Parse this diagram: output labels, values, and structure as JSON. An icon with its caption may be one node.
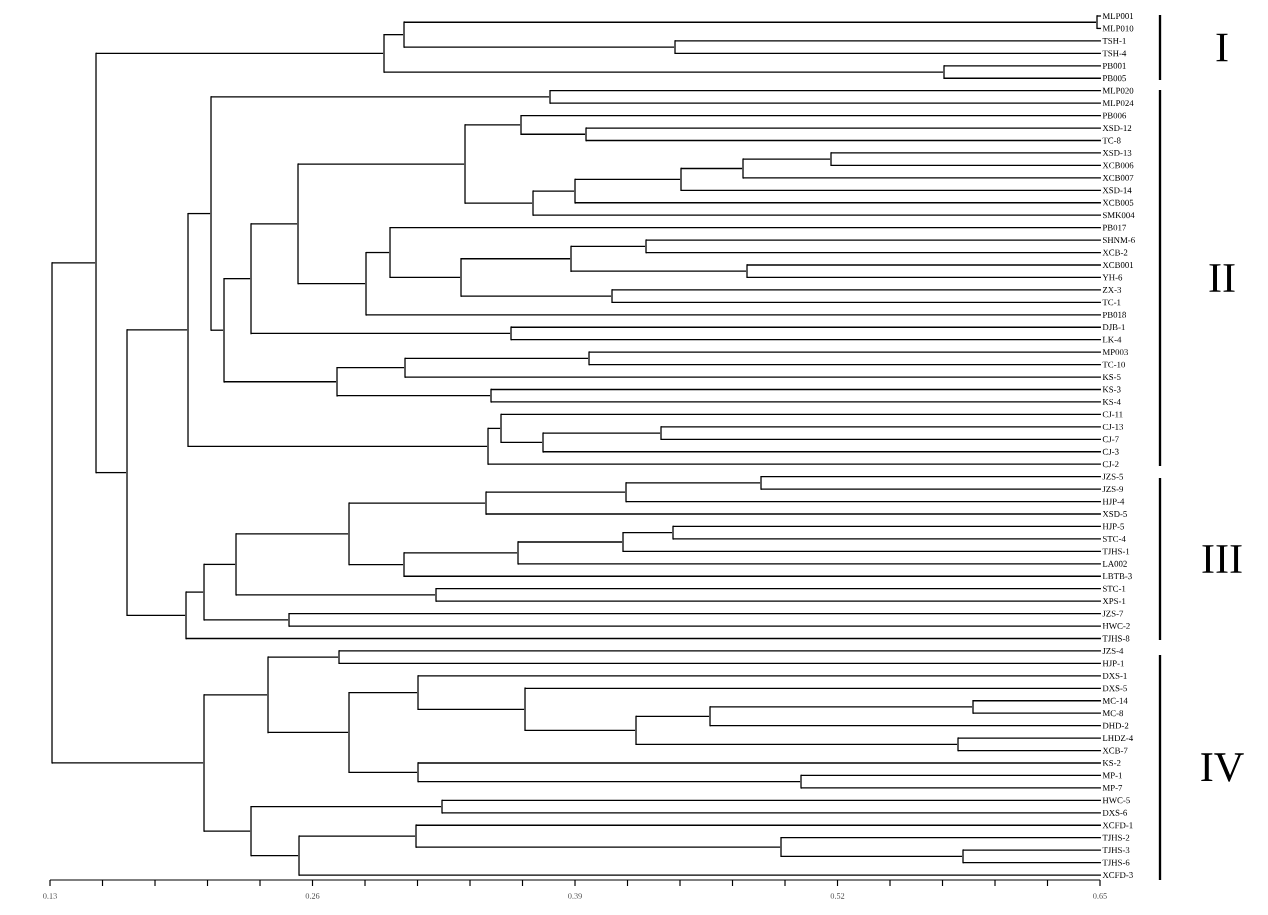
{
  "diagram": {
    "nodes": [
      {
        "text": [
          "MLP001"
        ]
      },
      {
        "text": [
          "MLP010"
        ]
      },
      {
        "text": [
          "TSH-1"
        ]
      },
      {
        "text": [
          "TSH-4"
        ]
      },
      {
        "text": [
          "PB001"
        ]
      },
      {
        "text": [
          "PB005"
        ]
      },
      {
        "text": [
          "MLP020"
        ]
      },
      {
        "text": [
          "MLP024"
        ]
      },
      {
        "text": [
          "PB006"
        ]
      },
      {
        "text": [
          "XSD-12"
        ]
      },
      {
        "text": [
          "TC-8"
        ]
      },
      {
        "text": [
          "XSD-13"
        ]
      },
      {
        "text": [
          "XCB006"
        ]
      },
      {
        "text": [
          "XCB007"
        ]
      },
      {
        "text": [
          "XSD-14"
        ]
      },
      {
        "text": [
          "XCB005"
        ]
      },
      {
        "text": [
          "SMK004"
        ]
      },
      {
        "text": [
          "PB017"
        ]
      },
      {
        "text": [
          "SHNM-6"
        ]
      },
      {
        "text": [
          "XCB-2"
        ]
      },
      {
        "text": [
          "XCB001"
        ]
      },
      {
        "text": [
          "YH-6"
        ]
      },
      {
        "text": [
          "ZX-3"
        ]
      },
      {
        "text": [
          "TC-1"
        ]
      },
      {
        "text": [
          "PB018"
        ]
      },
      {
        "text": [
          "DJB-1"
        ]
      },
      {
        "text": [
          "LK-4"
        ]
      },
      {
        "text": [
          "MP003"
        ]
      },
      {
        "text": [
          "TC-10"
        ]
      },
      {
        "text": [
          "KS-5"
        ]
      },
      {
        "text": [
          "KS-3"
        ]
      },
      {
        "text": [
          "KS-4"
        ]
      },
      {
        "text": [
          "CJ-11"
        ]
      },
      {
        "text": [
          "CJ-13"
        ]
      },
      {
        "text": [
          "CJ-7"
        ]
      },
      {
        "text": [
          "CJ-3"
        ]
      },
      {
        "text": [
          "CJ-2"
        ]
      },
      {
        "text": [
          "JZS-5"
        ]
      },
      {
        "text": [
          "JZS-9"
        ]
      },
      {
        "text": [
          "HJP-4"
        ]
      },
      {
        "text": [
          "XSD-5"
        ]
      },
      {
        "text": [
          "HJP-5"
        ]
      },
      {
        "text": [
          "STC-4"
        ]
      },
      {
        "text": [
          "TJHS-1"
        ]
      },
      {
        "text": [
          "LA002"
        ]
      },
      {
        "text": [
          "LBTB-3"
        ]
      },
      {
        "text": [
          "STC-1"
        ]
      },
      {
        "text": [
          "XPS-1"
        ]
      },
      {
        "text": [
          "JZS-7"
        ]
      },
      {
        "text": [
          "HWC-2"
        ]
      },
      {
        "text": [
          "TJHS-8"
        ]
      },
      {
        "text": [
          "JZS-4"
        ]
      },
      {
        "text": [
          "HJP-1"
        ]
      },
      {
        "text": [
          "DXS-1"
        ]
      },
      {
        "text": [
          "DXS-5"
        ]
      },
      {
        "text": [
          "MC-14"
        ]
      },
      {
        "text": [
          "MC-8"
        ]
      },
      {
        "text": [
          "DHD-2"
        ]
      },
      {
        "text": [
          "LHDZ-4"
        ]
      },
      {
        "text": [
          "XCB-7"
        ]
      },
      {
        "text": [
          "KS-2"
        ]
      },
      {
        "text": [
          "MP-1"
        ]
      },
      {
        "text": [
          "MP-7"
        ]
      },
      {
        "text": [
          "HWC-5"
        ]
      },
      {
        "text": [
          "DXS-6"
        ]
      },
      {
        "text": [
          "XCFD-1"
        ]
      },
      {
        "text": [
          "TJHS-2"
        ]
      },
      {
        "text": [
          "TJHS-3"
        ]
      },
      {
        "text": [
          "TJHS-6"
        ]
      },
      {
        "text": [
          "XCFD-3"
        ]
      },
      {
        "text": [],
        "shape": "bar"
      },
      {
        "text": [],
        "shape": "bar"
      },
      {
        "text": [],
        "shape": "bar"
      },
      {
        "text": [],
        "shape": "bar"
      },
      {
        "text": [],
        "shape": "bar"
      },
      {
        "text": [],
        "shape": "bar"
      },
      {
        "text": [],
        "shape": "bar"
      },
      {
        "text": [],
        "shape": "bar"
      },
      {
        "text": [],
        "shape": "bar"
      },
      {
        "text": [],
        "shape": "bar"
      },
      {
        "text": [],
        "shape": "bar"
      },
      {
        "text": [],
        "shape": "bar"
      },
      {
        "text": [],
        "shape": "bar"
      },
      {
        "text": [],
        "shape": "bar"
      },
      {
        "text": [],
        "shape": "bar"
      },
      {
        "text": [],
        "shape": "bar"
      },
      {
        "text": [],
        "shape": "bar"
      },
      {
        "text": [],
        "shape": "bar"
      },
      {
        "text": [],
        "shape": "bar"
      },
      {
        "text": [],
        "shape": "bar"
      },
      {
        "text": [],
        "shape": "bar"
      },
      {
        "text": [],
        "shape": "bar"
      },
      {
        "text": [],
        "shape": "bar"
      },
      {
        "text": [],
        "shape": "bar"
      },
      {
        "text": [],
        "shape": "bar"
      },
      {
        "text": [],
        "shape": "bar"
      },
      {
        "text": [],
        "shape": "bar"
      },
      {
        "text": [],
        "shape": "bar"
      },
      {
        "text": [],
        "shape": "bar"
      },
      {
        "text": [],
        "shape": "bar"
      },
      {
        "text": [],
        "shape": "bar"
      },
      {
        "text": [],
        "shape": "bar"
      },
      {
        "text": [],
        "shape": "bar"
      },
      {
        "text": [],
        "shape": "bar"
      },
      {
        "text": [],
        "shape": "bar"
      },
      {
        "text": [],
        "shape": "bar"
      },
      {
        "text": [],
        "shape": "bar"
      },
      {
        "text": [],
        "shape": "bar"
      },
      {
        "text": [],
        "shape": "bar"
      },
      {
        "text": [],
        "shape": "bar"
      },
      {
        "text": [],
        "shape": "bar"
      },
      {
        "text": [],
        "shape": "bar"
      },
      {
        "text": [],
        "shape": "bar"
      },
      {
        "text": [],
        "shape": "bar"
      },
      {
        "text": [],
        "shape": "bar"
      },
      {
        "text": [],
        "shape": "bar"
      },
      {
        "text": [],
        "shape": "bar"
      },
      {
        "text": [],
        "shape": "bar"
      },
      {
        "text": [],
        "shape": "bar"
      },
      {
        "text": [],
        "shape": "bar"
      },
      {
        "text": [],
        "shape": "bar"
      },
      {
        "text": [],
        "shape": "bar"
      },
      {
        "text": [],
        "shape": "bar"
      },
      {
        "text": [],
        "shape": "bar"
      },
      {
        "text": [],
        "shape": "bar"
      },
      {
        "text": [],
        "shape": "bar"
      },
      {
        "text": [],
        "shape": "bar"
      },
      {
        "text": [],
        "shape": "bar"
      },
      {
        "text": [],
        "shape": "bar"
      },
      {
        "text": [],
        "shape": "bar"
      },
      {
        "text": [],
        "shape": "bar"
      },
      {
        "text": [],
        "shape": "bar"
      },
      {
        "text": [],
        "shape": "bar"
      },
      {
        "text": [],
        "shape": "bar"
      },
      {
        "text": [],
        "shape": "bar"
      },
      {
        "text": [],
        "shape": "bar"
      },
      {
        "text": [],
        "shape": "bar"
      },
      {
        "text": [],
        "shape": "bar"
      },
      {
        "text": [],
        "shape": "bar"
      }
    ],
    "edges": [
      {
        "from": 70,
        "to": 71,
        "arrow": "none"
      },
      {
        "from": 70,
        "to": 121,
        "arrow": "none"
      },
      {
        "from": 71,
        "to": 72,
        "arrow": "none"
      },
      {
        "from": 71,
        "to": 77,
        "arrow": "none"
      },
      {
        "from": 72,
        "to": 73,
        "arrow": "none"
      },
      {
        "from": 72,
        "to": 76,
        "arrow": "none"
      },
      {
        "from": 73,
        "to": 74,
        "arrow": "none"
      },
      {
        "from": 73,
        "to": 75,
        "arrow": "none"
      },
      {
        "from": 74,
        "to": 0,
        "arrow": "none"
      },
      {
        "from": 74,
        "to": 1,
        "arrow": "none"
      },
      {
        "from": 75,
        "to": 2,
        "arrow": "none"
      },
      {
        "from": 75,
        "to": 3,
        "arrow": "none"
      },
      {
        "from": 76,
        "to": 4,
        "arrow": "none"
      },
      {
        "from": 76,
        "to": 5,
        "arrow": "none"
      },
      {
        "from": 77,
        "to": 78,
        "arrow": "none"
      },
      {
        "from": 77,
        "to": 108,
        "arrow": "none"
      },
      {
        "from": 78,
        "to": 79,
        "arrow": "none"
      },
      {
        "from": 78,
        "to": 104,
        "arrow": "none"
      },
      {
        "from": 79,
        "to": 80,
        "arrow": "none"
      },
      {
        "from": 79,
        "to": 81,
        "arrow": "none"
      },
      {
        "from": 80,
        "to": 6,
        "arrow": "none"
      },
      {
        "from": 80,
        "to": 7,
        "arrow": "none"
      },
      {
        "from": 81,
        "to": 82,
        "arrow": "none"
      },
      {
        "from": 81,
        "to": 100,
        "arrow": "none"
      },
      {
        "from": 82,
        "to": 83,
        "arrow": "none"
      },
      {
        "from": 82,
        "to": 99,
        "arrow": "none"
      },
      {
        "from": 83,
        "to": 84,
        "arrow": "none"
      },
      {
        "from": 83,
        "to": 92,
        "arrow": "none"
      },
      {
        "from": 84,
        "to": 85,
        "arrow": "none"
      },
      {
        "from": 84,
        "to": 87,
        "arrow": "none"
      },
      {
        "from": 85,
        "to": 8,
        "arrow": "none"
      },
      {
        "from": 85,
        "to": 86,
        "arrow": "none"
      },
      {
        "from": 86,
        "to": 9,
        "arrow": "none"
      },
      {
        "from": 86,
        "to": 10,
        "arrow": "none"
      },
      {
        "from": 87,
        "to": 88,
        "arrow": "none"
      },
      {
        "from": 87,
        "to": 16,
        "arrow": "none"
      },
      {
        "from": 88,
        "to": 89,
        "arrow": "none"
      },
      {
        "from": 88,
        "to": 15,
        "arrow": "none"
      },
      {
        "from": 89,
        "to": 90,
        "arrow": "none"
      },
      {
        "from": 89,
        "to": 14,
        "arrow": "none"
      },
      {
        "from": 90,
        "to": 91,
        "arrow": "none"
      },
      {
        "from": 90,
        "to": 13,
        "arrow": "none"
      },
      {
        "from": 91,
        "to": 11,
        "arrow": "none"
      },
      {
        "from": 91,
        "to": 12,
        "arrow": "none"
      },
      {
        "from": 92,
        "to": 93,
        "arrow": "none"
      },
      {
        "from": 92,
        "to": 24,
        "arrow": "none"
      },
      {
        "from": 93,
        "to": 17,
        "arrow": "none"
      },
      {
        "from": 93,
        "to": 94,
        "arrow": "none"
      },
      {
        "from": 94,
        "to": 95,
        "arrow": "none"
      },
      {
        "from": 94,
        "to": 98,
        "arrow": "none"
      },
      {
        "from": 95,
        "to": 96,
        "arrow": "none"
      },
      {
        "from": 95,
        "to": 97,
        "arrow": "none"
      },
      {
        "from": 96,
        "to": 18,
        "arrow": "none"
      },
      {
        "from": 96,
        "to": 19,
        "arrow": "none"
      },
      {
        "from": 97,
        "to": 20,
        "arrow": "none"
      },
      {
        "from": 97,
        "to": 21,
        "arrow": "none"
      },
      {
        "from": 98,
        "to": 22,
        "arrow": "none"
      },
      {
        "from": 98,
        "to": 23,
        "arrow": "none"
      },
      {
        "from": 99,
        "to": 25,
        "arrow": "none"
      },
      {
        "from": 99,
        "to": 26,
        "arrow": "none"
      },
      {
        "from": 100,
        "to": 101,
        "arrow": "none"
      },
      {
        "from": 100,
        "to": 103,
        "arrow": "none"
      },
      {
        "from": 101,
        "to": 102,
        "arrow": "none"
      },
      {
        "from": 101,
        "to": 29,
        "arrow": "none"
      },
      {
        "from": 102,
        "to": 27,
        "arrow": "none"
      },
      {
        "from": 102,
        "to": 28,
        "arrow": "none"
      },
      {
        "from": 103,
        "to": 30,
        "arrow": "none"
      },
      {
        "from": 103,
        "to": 31,
        "arrow": "none"
      },
      {
        "from": 104,
        "to": 105,
        "arrow": "none"
      },
      {
        "from": 104,
        "to": 36,
        "arrow": "none"
      },
      {
        "from": 105,
        "to": 32,
        "arrow": "none"
      },
      {
        "from": 105,
        "to": 106,
        "arrow": "none"
      },
      {
        "from": 106,
        "to": 107,
        "arrow": "none"
      },
      {
        "from": 106,
        "to": 35,
        "arrow": "none"
      },
      {
        "from": 107,
        "to": 33,
        "arrow": "none"
      },
      {
        "from": 107,
        "to": 34,
        "arrow": "none"
      },
      {
        "from": 108,
        "to": 109,
        "arrow": "none"
      },
      {
        "from": 108,
        "to": 50,
        "arrow": "none"
      },
      {
        "from": 109,
        "to": 111,
        "arrow": "none"
      },
      {
        "from": 109,
        "to": 110,
        "arrow": "none"
      },
      {
        "from": 110,
        "to": 48,
        "arrow": "none"
      },
      {
        "from": 110,
        "to": 49,
        "arrow": "none"
      },
      {
        "from": 111,
        "to": 113,
        "arrow": "none"
      },
      {
        "from": 111,
        "to": 112,
        "arrow": "none"
      },
      {
        "from": 112,
        "to": 46,
        "arrow": "none"
      },
      {
        "from": 112,
        "to": 47,
        "arrow": "none"
      },
      {
        "from": 113,
        "to": 114,
        "arrow": "none"
      },
      {
        "from": 113,
        "to": 117,
        "arrow": "none"
      },
      {
        "from": 114,
        "to": 115,
        "arrow": "none"
      },
      {
        "from": 114,
        "to": 40,
        "arrow": "none"
      },
      {
        "from": 115,
        "to": 116,
        "arrow": "none"
      },
      {
        "from": 115,
        "to": 39,
        "arrow": "none"
      },
      {
        "from": 116,
        "to": 37,
        "arrow": "none"
      },
      {
        "from": 116,
        "to": 38,
        "arrow": "none"
      },
      {
        "from": 117,
        "to": 118,
        "arrow": "none"
      },
      {
        "from": 117,
        "to": 45,
        "arrow": "none"
      },
      {
        "from": 118,
        "to": 119,
        "arrow": "none"
      },
      {
        "from": 118,
        "to": 44,
        "arrow": "none"
      },
      {
        "from": 119,
        "to": 120,
        "arrow": "none"
      },
      {
        "from": 119,
        "to": 43,
        "arrow": "none"
      },
      {
        "from": 120,
        "to": 41,
        "arrow": "none"
      },
      {
        "from": 120,
        "to": 42,
        "arrow": "none"
      },
      {
        "from": 121,
        "to": 122,
        "arrow": "none"
      },
      {
        "from": 121,
        "to": 133,
        "arrow": "none"
      },
      {
        "from": 122,
        "to": 123,
        "arrow": "none"
      },
      {
        "from": 122,
        "to": 124,
        "arrow": "none"
      },
      {
        "from": 123,
        "to": 51,
        "arrow": "none"
      },
      {
        "from": 123,
        "to": 52,
        "arrow": "none"
      },
      {
        "from": 124,
        "to": 125,
        "arrow": "none"
      },
      {
        "from": 124,
        "to": 131,
        "arrow": "none"
      },
      {
        "from": 125,
        "to": 53,
        "arrow": "none"
      },
      {
        "from": 125,
        "to": 126,
        "arrow": "none"
      },
      {
        "from": 126,
        "to": 54,
        "arrow": "none"
      },
      {
        "from": 126,
        "to": 127,
        "arrow": "none"
      },
      {
        "from": 127,
        "to": 128,
        "arrow": "none"
      },
      {
        "from": 127,
        "to": 130,
        "arrow": "none"
      },
      {
        "from": 128,
        "to": 129,
        "arrow": "none"
      },
      {
        "from": 128,
        "to": 57,
        "arrow": "none"
      },
      {
        "from": 129,
        "to": 55,
        "arrow": "none"
      },
      {
        "from": 129,
        "to": 56,
        "arrow": "none"
      },
      {
        "from": 130,
        "to": 58,
        "arrow": "none"
      },
      {
        "from": 130,
        "to": 59,
        "arrow": "none"
      },
      {
        "from": 131,
        "to": 60,
        "arrow": "none"
      },
      {
        "from": 131,
        "to": 132,
        "arrow": "none"
      },
      {
        "from": 132,
        "to": 61,
        "arrow": "none"
      },
      {
        "from": 132,
        "to": 62,
        "arrow": "none"
      },
      {
        "from": 133,
        "to": 134,
        "arrow": "none"
      },
      {
        "from": 133,
        "to": 135,
        "arrow": "none"
      },
      {
        "from": 134,
        "to": 63,
        "arrow": "none"
      },
      {
        "from": 134,
        "to": 64,
        "arrow": "none"
      },
      {
        "from": 135,
        "to": 136,
        "arrow": "none"
      },
      {
        "from": 135,
        "to": 69,
        "arrow": "none"
      },
      {
        "from": 136,
        "to": 65,
        "arrow": "none"
      },
      {
        "from": 136,
        "to": 137,
        "arrow": "none"
      },
      {
        "from": 137,
        "to": 66,
        "arrow": "none"
      },
      {
        "from": 137,
        "to": 138,
        "arrow": "none"
      },
      {
        "from": 138,
        "to": 67,
        "arrow": "none"
      },
      {
        "from": 138,
        "to": 68,
        "arrow": "none"
      }
    ],
    "labels": [
      "I",
      "II",
      "III",
      "IV",
      "0.13",
      "0.26",
      "0.39",
      "0.52",
      "0.65"
    ]
  }
}
